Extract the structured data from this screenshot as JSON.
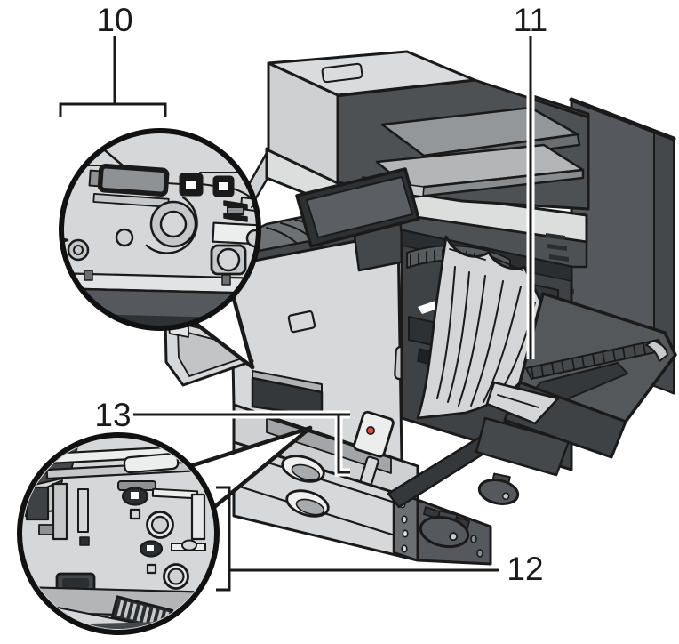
{
  "figure": {
    "type": "printer-manual-technical-illustration",
    "subject": "multifunction printer with open right cover, jammed paper and two magnified detail views",
    "background_color": "#ffffff",
    "line_color": "#1a1a1a",
    "palette": {
      "light_gray": "#d7d8d9",
      "lighter_gray": "#eceded",
      "mid_gray": "#9a9da0",
      "panel_gray": "#55585c",
      "dark_gray": "#3f4245",
      "near_black": "#2b2e30",
      "paper_gray": "#d4d5d6",
      "accent_red": "#d94f3d"
    },
    "callouts": [
      {
        "label": "10",
        "connector": "vertical-line-with-top-bracket",
        "points_to": "lever-inside-top-magnified-view"
      },
      {
        "label": "11",
        "connector": "long-vertical-line",
        "points_to": "jammed-paper-behind-open-right-cover"
      },
      {
        "label": "13",
        "connector": "horizontal-line-with-corner-bracket",
        "points_to": "internal-transfer-latch-area"
      },
      {
        "label": "12",
        "connector": "horizontal-line-with-side-bracket",
        "points_to": "lower-feed-magnified-view-region"
      }
    ],
    "magnifiers": [
      {
        "name": "top-left-detail-circle",
        "shows": "release-lever-connectors-and-knob"
      },
      {
        "name": "bottom-left-detail-circle",
        "shows": "lower-paper-feed-unit-knobs-and-roller"
      }
    ]
  }
}
